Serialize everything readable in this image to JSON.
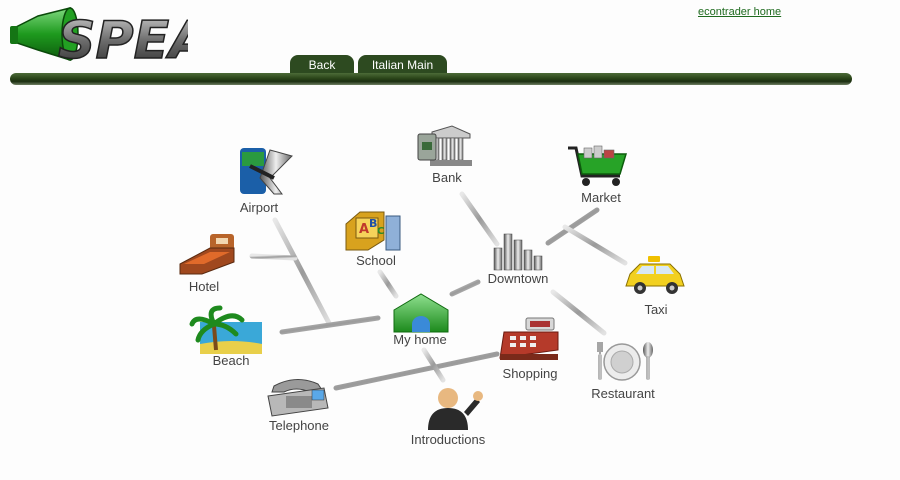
{
  "header": {
    "logo_text": "SPEAK",
    "home_link": "econtrader home"
  },
  "tabs": [
    {
      "label": "Back"
    },
    {
      "label": "Italian Main"
    }
  ],
  "map": {
    "nodes": {
      "airport": {
        "label": "Airport",
        "icon": "airplane-icon"
      },
      "bank": {
        "label": "Bank",
        "icon": "bank-icon"
      },
      "market": {
        "label": "Market",
        "icon": "shopping-cart-icon"
      },
      "school": {
        "label": "School",
        "icon": "abc-blocks-icon"
      },
      "downtown": {
        "label": "Downtown",
        "icon": "skyline-icon"
      },
      "hotel": {
        "label": "Hotel",
        "icon": "bed-icon"
      },
      "taxi": {
        "label": "Taxi",
        "icon": "taxi-icon"
      },
      "myhome": {
        "label": "My home",
        "icon": "house-icon"
      },
      "beach": {
        "label": "Beach",
        "icon": "palm-tree-icon"
      },
      "shopping": {
        "label": "Shopping",
        "icon": "cash-register-icon"
      },
      "restaurant": {
        "label": "Restaurant",
        "icon": "plate-cutlery-icon"
      },
      "telephone": {
        "label": "Telephone",
        "icon": "telephone-icon"
      },
      "introductions": {
        "label": "Introductions",
        "icon": "person-waving-icon"
      }
    },
    "colors": {
      "accent_green": "#2d4a20",
      "link_green": "#1f6b1f"
    }
  }
}
